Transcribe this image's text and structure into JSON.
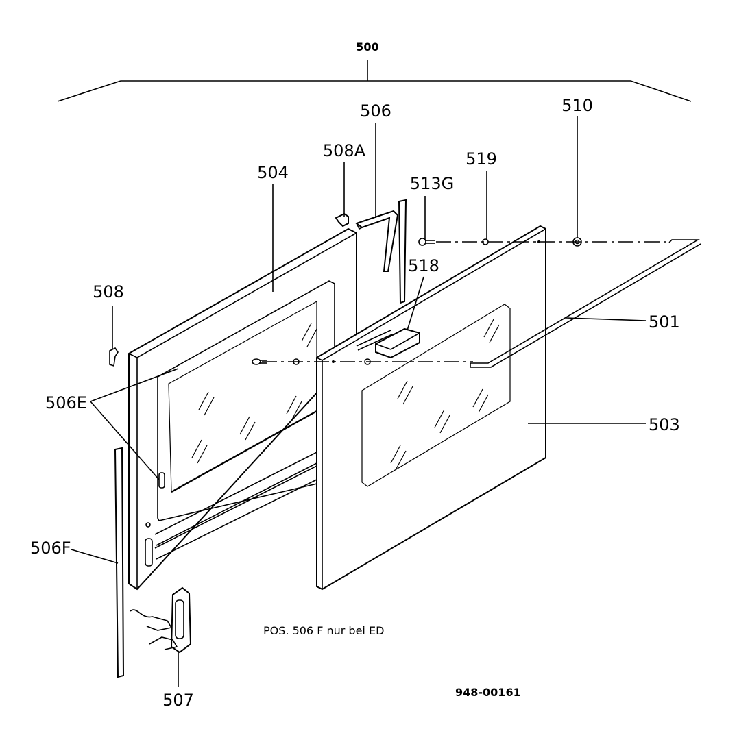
{
  "diagram": {
    "assembly_label": "500",
    "drawing_number": "948-00161",
    "note": "POS. 506 F  nur bei ED",
    "parts": {
      "p501": "501",
      "p503": "503",
      "p504": "504",
      "p506": "506",
      "p506E": "506E",
      "p506F": "506F",
      "p507": "507",
      "p508": "508",
      "p508A": "508A",
      "p510": "510",
      "p513G": "513G",
      "p518": "518",
      "p519": "519"
    }
  }
}
